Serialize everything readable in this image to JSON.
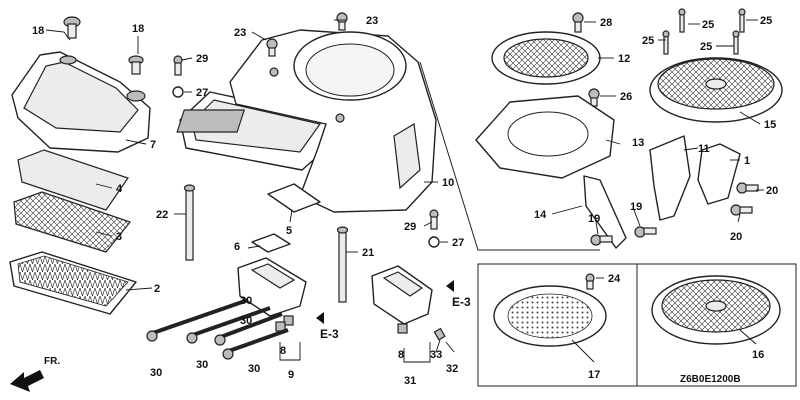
{
  "diagram_code": "Z6B0E1200B",
  "front_marker": "FR.",
  "reference_marks": [
    "E-3",
    "E-3"
  ],
  "callouts": [
    {
      "id": "c18a",
      "label": "18"
    },
    {
      "id": "c18b",
      "label": "18"
    },
    {
      "id": "c29a",
      "label": "29"
    },
    {
      "id": "c27a",
      "label": "27"
    },
    {
      "id": "c7",
      "label": "7"
    },
    {
      "id": "c4",
      "label": "4"
    },
    {
      "id": "c3",
      "label": "3"
    },
    {
      "id": "c2",
      "label": "2"
    },
    {
      "id": "c22",
      "label": "22"
    },
    {
      "id": "c23a",
      "label": "23"
    },
    {
      "id": "c23b",
      "label": "23"
    },
    {
      "id": "c10",
      "label": "10"
    },
    {
      "id": "c5",
      "label": "5"
    },
    {
      "id": "c6",
      "label": "6"
    },
    {
      "id": "c21",
      "label": "21"
    },
    {
      "id": "c29b",
      "label": "29"
    },
    {
      "id": "c27b",
      "label": "27"
    },
    {
      "id": "c30a",
      "label": "30"
    },
    {
      "id": "c30b",
      "label": "30"
    },
    {
      "id": "c30c",
      "label": "30"
    },
    {
      "id": "c30d",
      "label": "30"
    },
    {
      "id": "c30e",
      "label": "30"
    },
    {
      "id": "c8a",
      "label": "8"
    },
    {
      "id": "c9",
      "label": "9"
    },
    {
      "id": "c8b",
      "label": "8"
    },
    {
      "id": "c31",
      "label": "31"
    },
    {
      "id": "c33",
      "label": "33"
    },
    {
      "id": "c32",
      "label": "32"
    },
    {
      "id": "c28",
      "label": "28"
    },
    {
      "id": "c12",
      "label": "12"
    },
    {
      "id": "c26",
      "label": "26"
    },
    {
      "id": "c13",
      "label": "13"
    },
    {
      "id": "c14",
      "label": "14"
    },
    {
      "id": "c19a",
      "label": "19"
    },
    {
      "id": "c19b",
      "label": "19"
    },
    {
      "id": "c25a",
      "label": "25"
    },
    {
      "id": "c25b",
      "label": "25"
    },
    {
      "id": "c25c",
      "label": "25"
    },
    {
      "id": "c25d",
      "label": "25"
    },
    {
      "id": "c15",
      "label": "15"
    },
    {
      "id": "c11",
      "label": "11"
    },
    {
      "id": "c1",
      "label": "1"
    },
    {
      "id": "c20a",
      "label": "20"
    },
    {
      "id": "c20b",
      "label": "20"
    },
    {
      "id": "c24",
      "label": "24"
    },
    {
      "id": "c17",
      "label": "17"
    },
    {
      "id": "c16",
      "label": "16"
    }
  ]
}
